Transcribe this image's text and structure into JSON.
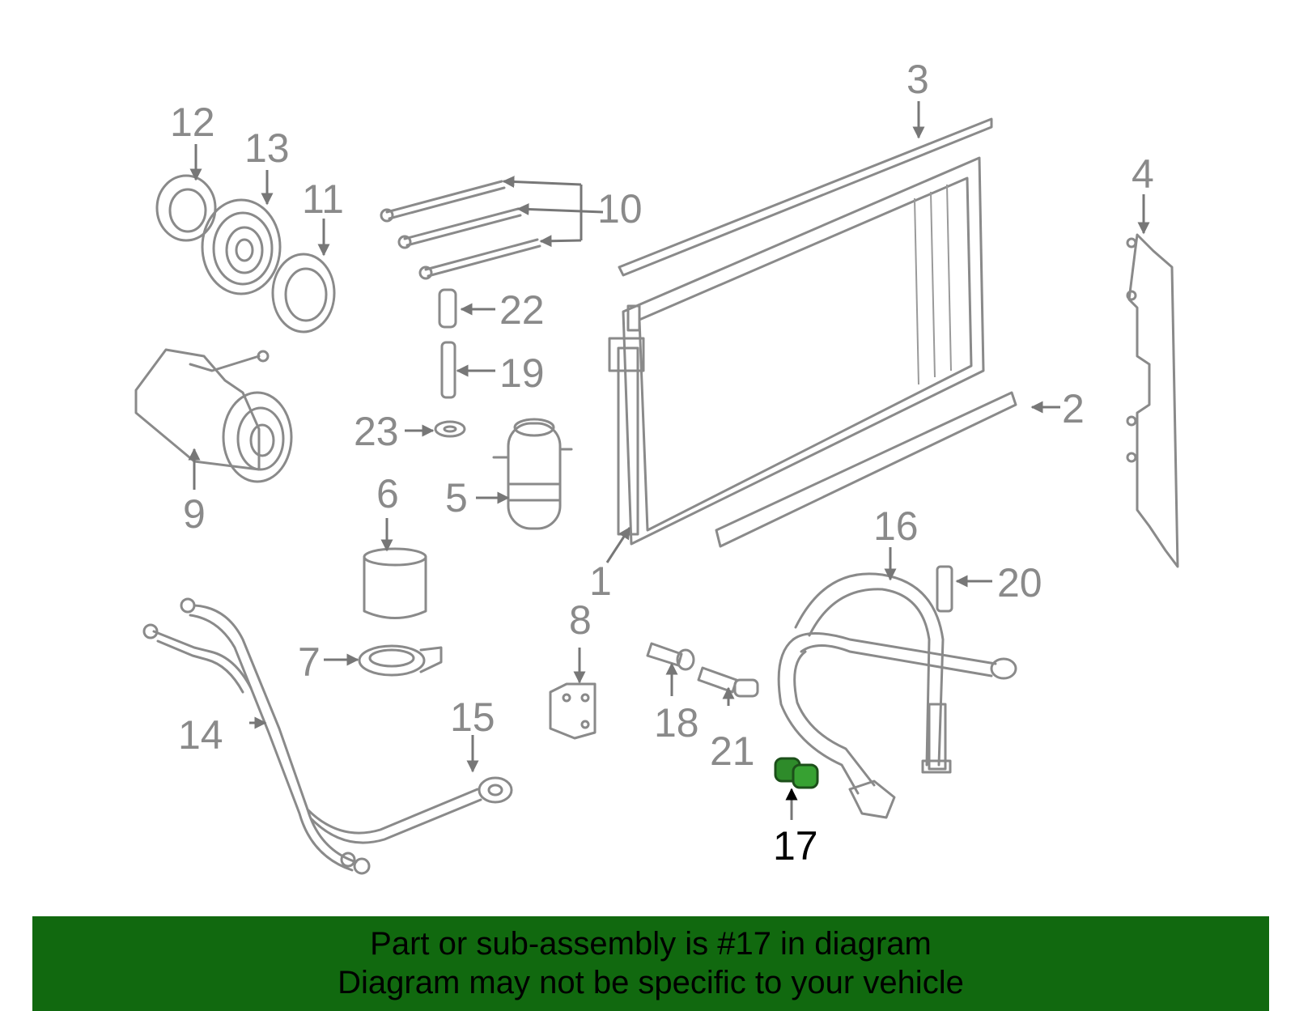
{
  "labels": {
    "l1": "1",
    "l2": "2",
    "l3": "3",
    "l4": "4",
    "l5": "5",
    "l6": "6",
    "l7": "7",
    "l8": "8",
    "l9": "9",
    "l10": "10",
    "l11": "11",
    "l12": "12",
    "l13": "13",
    "l14": "14",
    "l15": "15",
    "l16": "16",
    "l17": "17",
    "l18": "18",
    "l19": "19",
    "l20": "20",
    "l21": "21",
    "l22": "22",
    "l23": "23"
  },
  "highlight": {
    "part": "17",
    "color": "#2e8b2a"
  },
  "banner": {
    "line1": "Part or sub-assembly is #17 in diagram",
    "line2": "Diagram may not be specific to your vehicle",
    "background": "#11690f"
  }
}
